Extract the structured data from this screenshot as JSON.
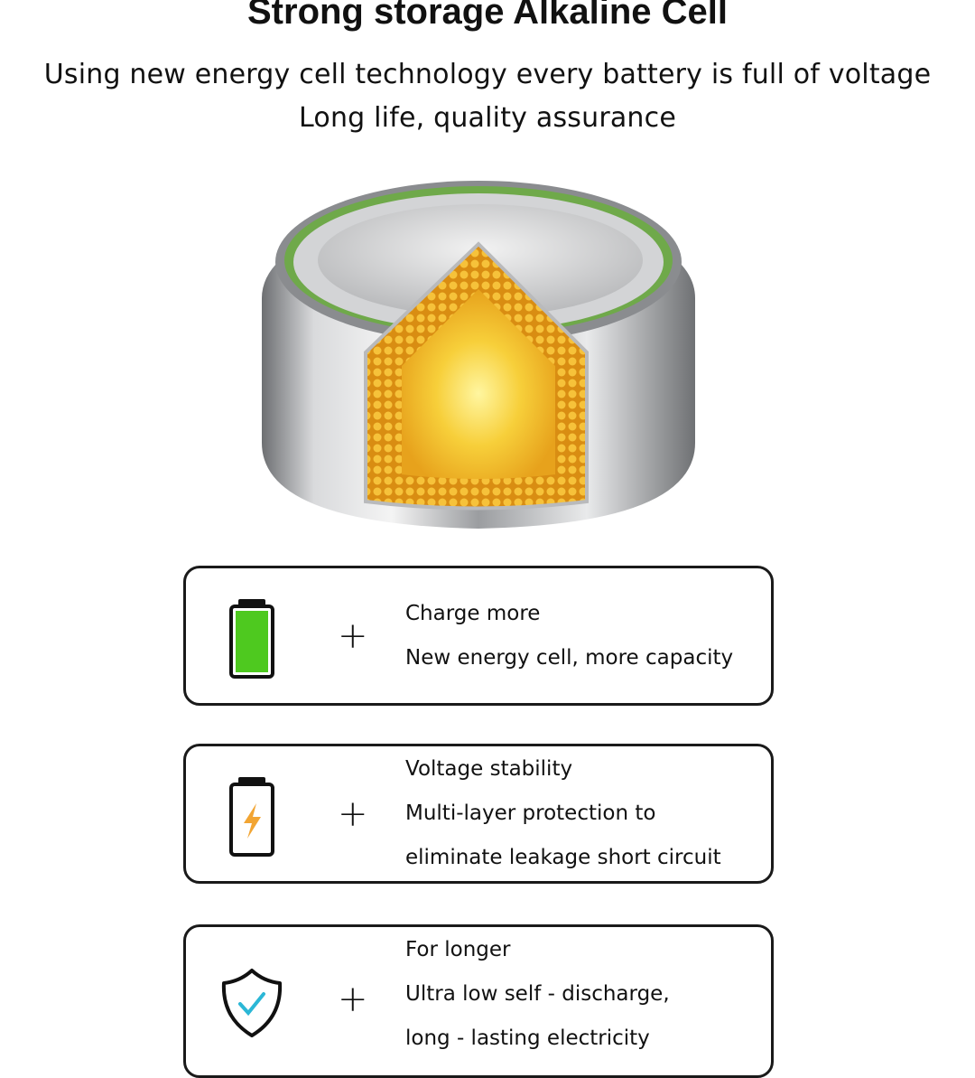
{
  "header": {
    "title": "Strong storage Alkaline Cell",
    "subtitle_line1": "Using new energy cell technology every battery is full of voltage",
    "subtitle_line2": "Long life, quality assurance"
  },
  "colors": {
    "green": "#4ec91f",
    "amber": "#f2a533",
    "teal": "#2bb7d6",
    "ring": "#6fa94a"
  },
  "features": [
    {
      "icon": "battery-full-icon",
      "plus": "+",
      "lines": [
        "Charge more",
        "New energy cell, more capacity"
      ]
    },
    {
      "icon": "battery-bolt-icon",
      "plus": "+",
      "lines": [
        "Voltage stability",
        "Multi-layer protection to",
        "eliminate leakage short circuit"
      ]
    },
    {
      "icon": "shield-check-icon",
      "plus": "+",
      "lines": [
        "For longer",
        "Ultra low self - discharge,",
        "long - lasting electricity"
      ]
    }
  ]
}
